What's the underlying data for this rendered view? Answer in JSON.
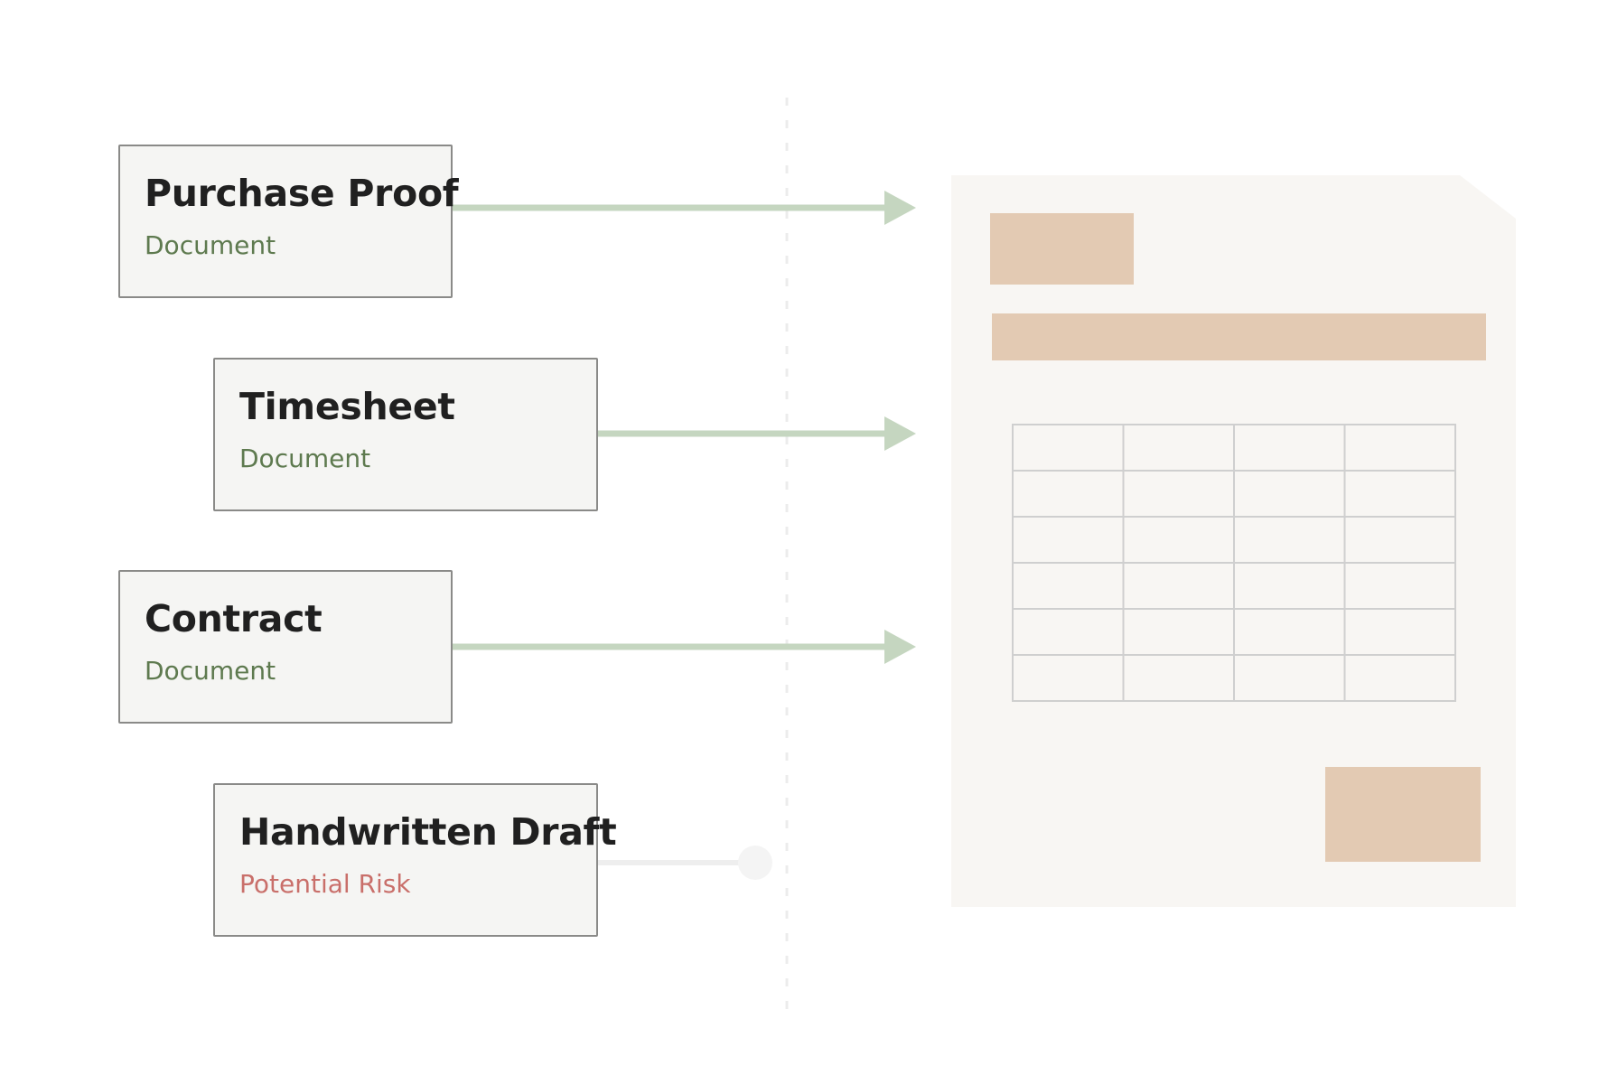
{
  "sources": [
    {
      "title": "Purchase Proof",
      "subtitle": "Document",
      "status": "connected"
    },
    {
      "title": "Timesheet",
      "subtitle": "Document",
      "status": "connected"
    },
    {
      "title": "Contract",
      "subtitle": "Document",
      "status": "connected"
    },
    {
      "title": "Handwritten Draft",
      "subtitle": "Potential Risk",
      "status": "disconnected"
    }
  ],
  "template": {
    "table_rows": 6,
    "table_cols": 4
  },
  "colors": {
    "card_bg": "#f5f5f3",
    "card_border": "#8a8a88",
    "title": "#202020",
    "document_label": "#5e7a4f",
    "risk_label": "#c96f6a",
    "arrow": "#c5d6c0",
    "faint_connector": "#eeeeee",
    "divider": "#eeeeee",
    "paper": "#f8f6f3",
    "placeholder_block": "#e3cab3",
    "table_lines": "#cfcfcf"
  }
}
